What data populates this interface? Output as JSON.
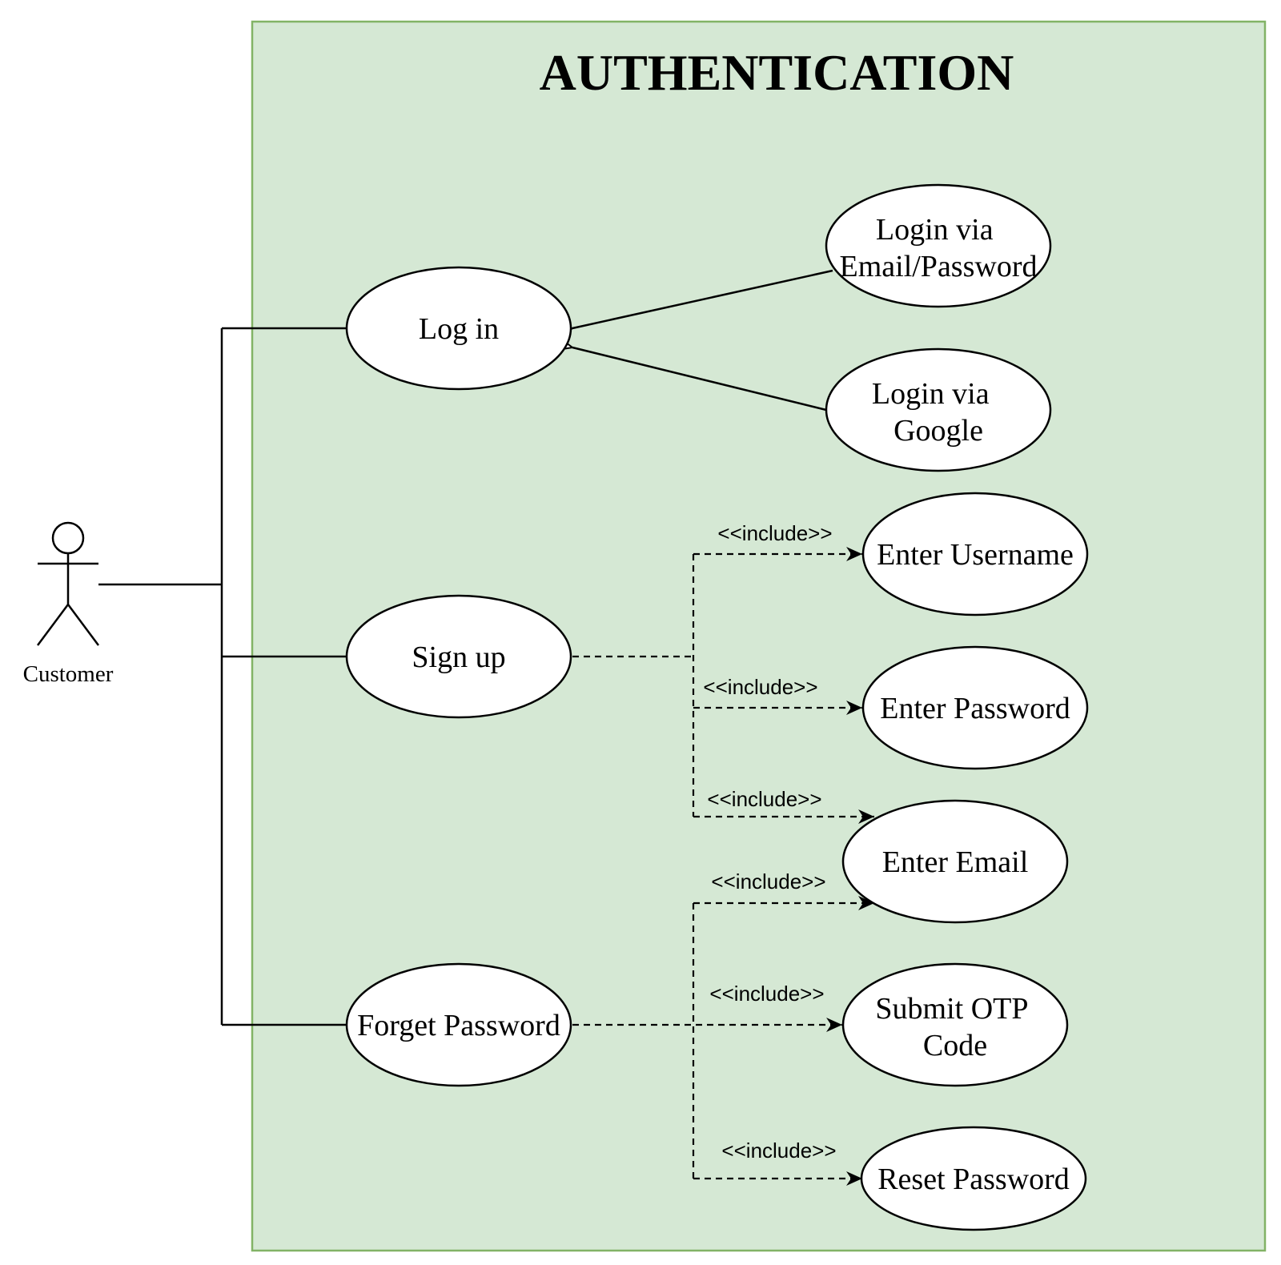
{
  "diagram": {
    "title": "AUTHENTICATION",
    "actor": {
      "label": "Customer"
    },
    "use_cases": {
      "login": [
        "Log in"
      ],
      "signup": [
        "Sign up"
      ],
      "forget_password": [
        "Forget Password"
      ],
      "login_email": [
        "Login via",
        "Email/Password"
      ],
      "login_google": [
        "Login via",
        "Google"
      ],
      "enter_username": [
        "Enter Username"
      ],
      "enter_password": [
        "Enter Password"
      ],
      "enter_email": [
        "Enter Email"
      ],
      "submit_otp": [
        "Submit OTP",
        "Code"
      ],
      "reset_password": [
        "Reset Password"
      ]
    },
    "include_label": "<<include>>",
    "colors": {
      "boundary_fill": "#d5e8d4",
      "boundary_stroke": "#82b366"
    }
  }
}
